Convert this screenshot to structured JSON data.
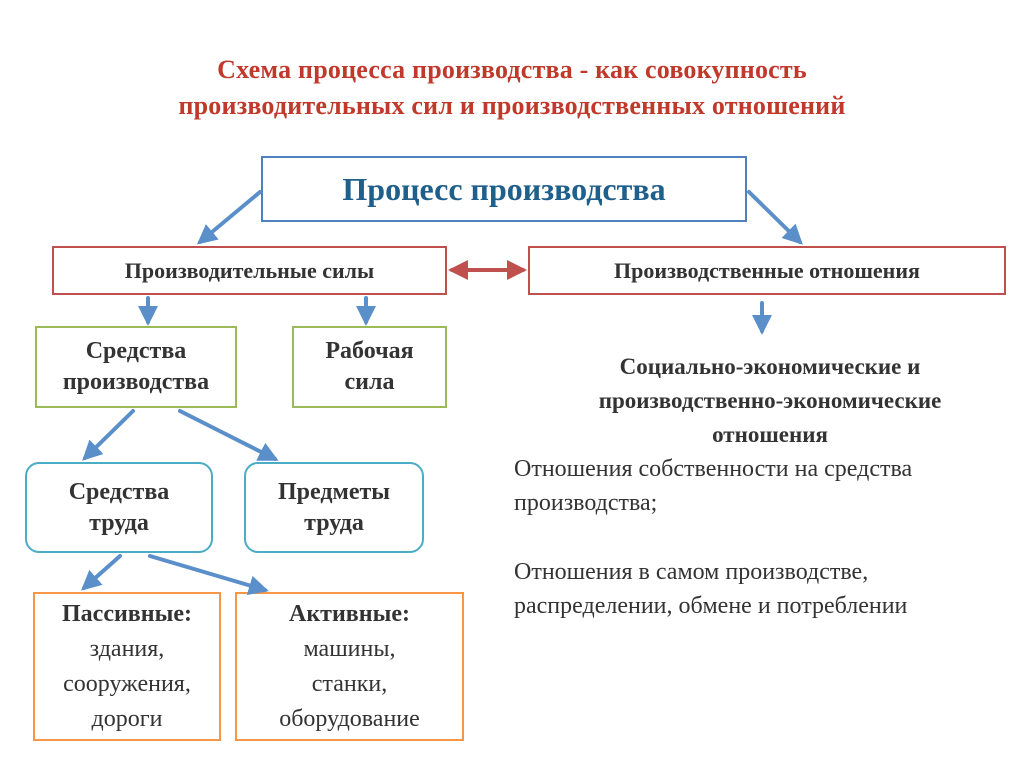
{
  "title": {
    "line1": "Схема процесса производства - как совокупность",
    "line2": "производительных сил и производственных отношений"
  },
  "process": "Процесс производства",
  "productive_forces": "Производительные силы",
  "production_relations": "Производственные отношения",
  "means_of_production": {
    "line1": "Средства",
    "line2": "производства"
  },
  "labor_force": {
    "line1": "Рабочая",
    "line2": "сила"
  },
  "means_of_labor": {
    "line1": "Средства",
    "line2": "труда"
  },
  "objects_of_labor": {
    "line1": "Предметы",
    "line2": "труда"
  },
  "passive": {
    "heading": "Пассивные:",
    "items": [
      "здания,",
      "сооружения,",
      "дороги"
    ]
  },
  "active": {
    "heading": "Активные:",
    "items": [
      "машины,",
      "станки,",
      "оборудование"
    ]
  },
  "relations_heading": {
    "line1": "Социально-экономические  и",
    "line2": "производственно-экономические",
    "line3": "отношения"
  },
  "relations_paragraph1": {
    "line1": "Отношения собственности на средства",
    "line2": "производства;"
  },
  "relations_paragraph2": {
    "line1": "Отношения в самом производстве,",
    "line2": "распределении, обмене и потреблении"
  },
  "colors": {
    "title": "#c0392b",
    "blue_border": "#4f81bd",
    "red_border": "#c0504d",
    "green_border": "#9bbb59",
    "teal_border": "#4bacc6",
    "orange_border": "#f79646",
    "arrow": "#5b8fc9",
    "double_arrow": "#c0504d"
  }
}
